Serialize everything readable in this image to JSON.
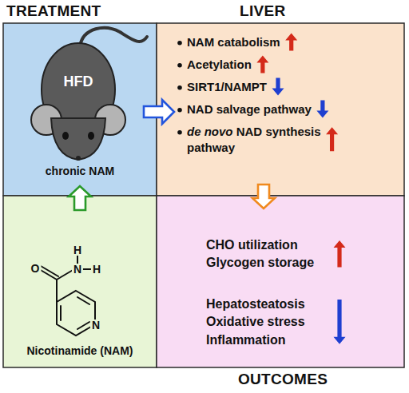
{
  "diagram": {
    "nodes": [
      {
        "text": [
          "TREATMENT",
          "chronic NAM"
        ]
      },
      {
        "text": [
          "LIVER",
          "NAM catabolism",
          "Acetylation",
          "SIRT1/NAMPT",
          "NAD salvage pathway",
          "de novo NAD synthesis pathway"
        ]
      },
      {
        "text": [
          "Nicotinamide (NAM)"
        ]
      },
      {
        "text": [
          "OUTCOMES",
          "CHO utilization Glycogen storage",
          "Hepatosteatosis Oxidative stress Inflammation"
        ]
      }
    ],
    "edges": [
      {
        "from": 0,
        "to": 1,
        "arrow": "to"
      },
      {
        "from": 1,
        "to": 3,
        "arrow": "to"
      },
      {
        "from": 2,
        "to": 0,
        "arrow": "to"
      }
    ],
    "labels": [
      "HFD",
      "H",
      "N",
      "H",
      "O",
      "N"
    ]
  }
}
